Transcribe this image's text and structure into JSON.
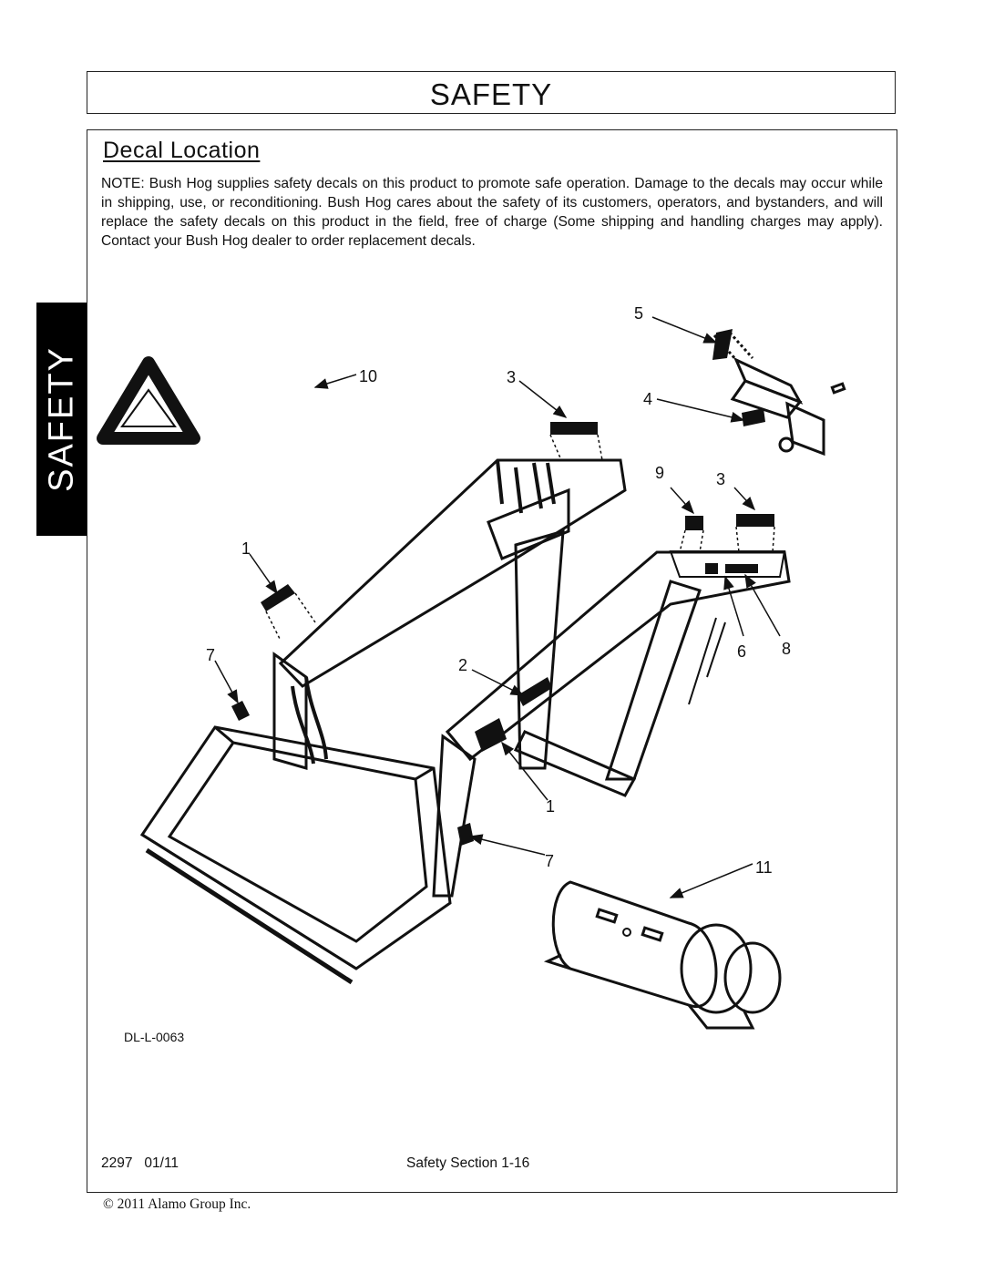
{
  "header": {
    "title": "SAFETY"
  },
  "side_tab": {
    "label": "SAFETY"
  },
  "section": {
    "heading": "Decal Location",
    "note": "NOTE: Bush Hog supplies safety decals on this product to promote safe operation. Damage to the decals may occur while in shipping, use, or reconditioning. Bush Hog cares about the safety of its customers, operators, and bystanders, and will replace the safety decals on this product in the field, free of charge (Some shipping and handling charges may apply). Contact your Bush Hog dealer to order replacement decals."
  },
  "figure": {
    "id": "DL-L-0063",
    "callouts": [
      "5",
      "10",
      "3",
      "4",
      "9",
      "3",
      "1",
      "7",
      "2",
      "6",
      "8",
      "1",
      "7",
      "11"
    ]
  },
  "footer": {
    "doc_number": "2297   01/11",
    "page": "Safety Section 1-16",
    "copyright": "© 2011 Alamo Group Inc."
  }
}
